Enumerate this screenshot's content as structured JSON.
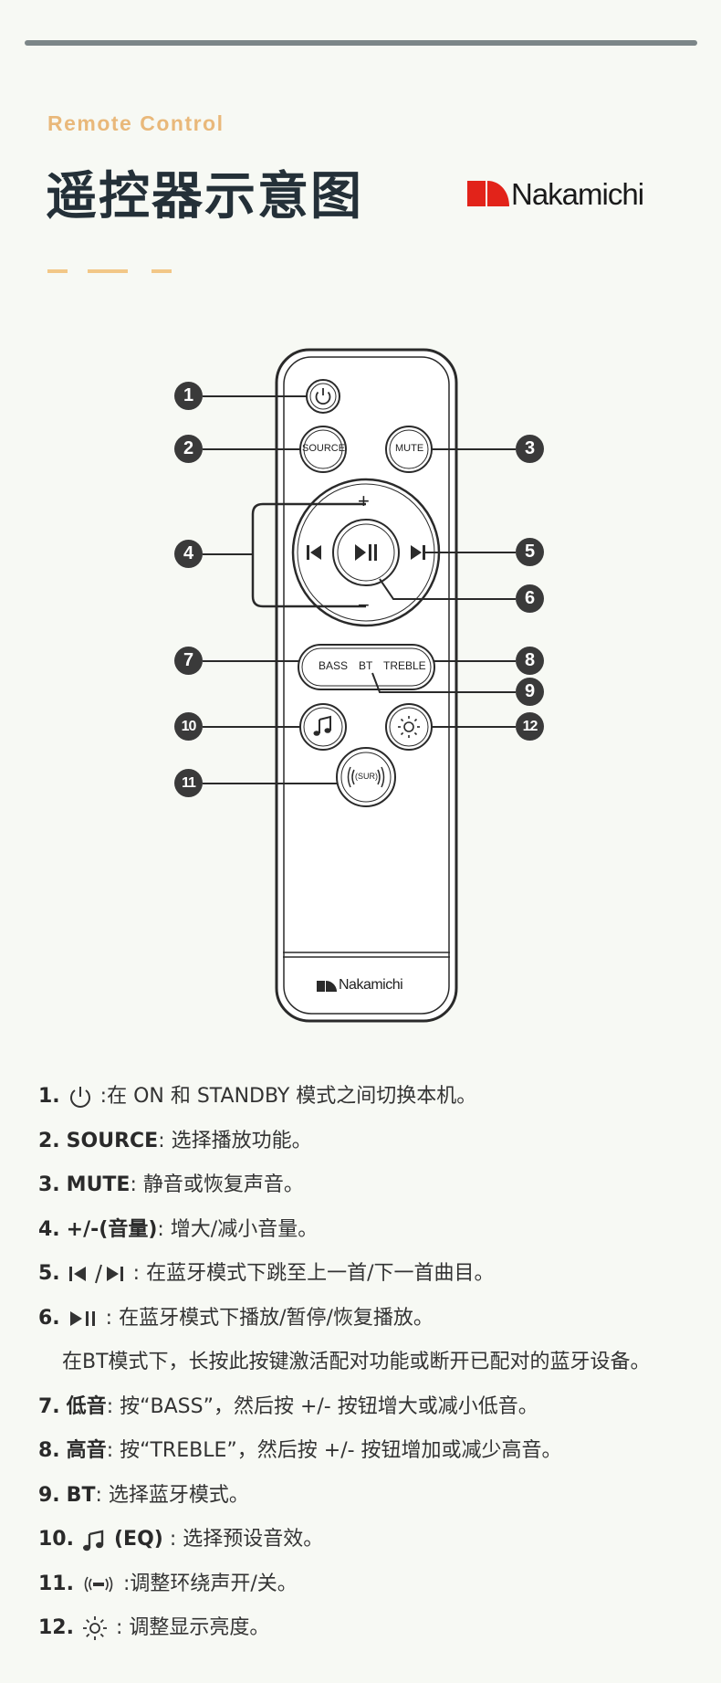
{
  "header": {
    "subtitle": "Remote Control",
    "title": "遥控器示意图",
    "brand": "Nakamichi"
  },
  "remote": {
    "brand": "Nakamichi",
    "buttons": {
      "source": "SOURCE",
      "mute": "MUTE",
      "plus": "+",
      "minus": "−",
      "bass": "BASS",
      "bt": "BT",
      "treble": "TREBLE",
      "sur": "(SUR)"
    },
    "callouts": [
      "1",
      "2",
      "3",
      "4",
      "5",
      "6",
      "7",
      "8",
      "9",
      "10",
      "11",
      "12"
    ]
  },
  "legend": [
    {
      "num": "1.",
      "icon": "power-icon",
      "key": "",
      "desc": ":在 ON 和 STANDBY 模式之间切换本机。"
    },
    {
      "num": "2.",
      "icon": "",
      "key": "SOURCE",
      "desc": ": 选择播放功能。"
    },
    {
      "num": "3.",
      "icon": "",
      "key": "MUTE",
      "desc": ": 静音或恢复声音。"
    },
    {
      "num": "4.",
      "icon": "",
      "key": "+/-(音量)",
      "desc": ": 增大/减小音量。"
    },
    {
      "num": "5.",
      "icon": "prev-next-icon",
      "key": "",
      "desc": ": 在蓝牙模式下跳至上一首/下一首曲目。"
    },
    {
      "num": "6.",
      "icon": "play-pause-icon",
      "key": "",
      "desc": " : 在蓝牙模式下播放/暂停/恢复播放。"
    },
    {
      "num": "",
      "icon": "",
      "key": "",
      "desc": "在BT模式下，长按此按键激活配对功能或断开已配对的蓝牙设备。"
    },
    {
      "num": "7.",
      "icon": "",
      "key": "低音",
      "desc": ": 按“BASS”，然后按 +/- 按钮增大或减小低音。"
    },
    {
      "num": "8.",
      "icon": "",
      "key": "高音",
      "desc": ": 按“TREBLE”，然后按 +/- 按钮增加或减少高音。"
    },
    {
      "num": "9.",
      "icon": "",
      "key": "BT",
      "desc": ": 选择蓝牙模式。"
    },
    {
      "num": "10.",
      "icon": "music-note-icon",
      "key": "(EQ)",
      "desc": " : 选择预设音效。"
    },
    {
      "num": "11.",
      "icon": "surround-icon",
      "key": "",
      "desc": ":调整环绕声开/关。"
    },
    {
      "num": "12.",
      "icon": "brightness-icon",
      "key": "",
      "desc": ": 调整显示亮度。"
    }
  ],
  "colors": {
    "accent": "#e9b87a",
    "title": "#243038",
    "brand_red": "#e2231a",
    "rule": "#7c8688"
  }
}
